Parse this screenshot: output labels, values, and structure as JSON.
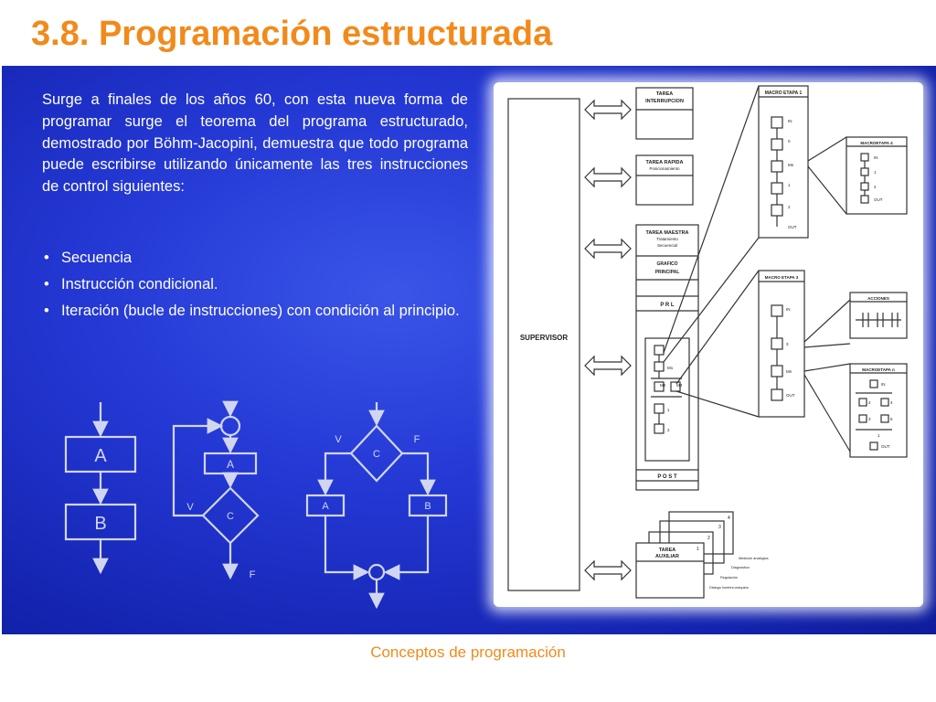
{
  "slide": {
    "title": "3.8. Programación estructurada",
    "intro": "Surge a finales de los años 60, con esta nueva forma de programar surge el teorema del programa estructurado, demostrado por Böhm-Jacopini, demuestra que todo programa puede escribirse utilizando únicamente las tres instrucciones de control siguientes:",
    "bullets": [
      "Secuencia",
      "Instrucción condicional.",
      "Iteración (bucle de instrucciones) con condición al principio."
    ],
    "footer": "Conceptos de programación"
  },
  "flowcharts": {
    "sequence": {
      "box_a": "A",
      "box_b": "B"
    },
    "loop": {
      "box": "A",
      "cond": "C",
      "true_label": "V",
      "false_label": "F"
    },
    "conditional": {
      "cond": "C",
      "true_label": "V",
      "false_label": "F",
      "box_true": "A",
      "box_false": "B"
    }
  },
  "diagram": {
    "supervisor": "SUPERVISOR",
    "tarea_interrupcion": [
      "TAREA",
      "INTERRUPCION"
    ],
    "tarea_rapida": [
      "TAREA RAPIDA",
      "Posicionamiento"
    ],
    "tarea_maestra": [
      "TAREA MAESTRA",
      "Tratamiento",
      "Secuencial"
    ],
    "grafico_principal": [
      "GRAFICO",
      "PRINCIPAL"
    ],
    "prl": "P R L",
    "post": "P O S T",
    "tarea_auxiliar": [
      "TAREA",
      "AUXILIAR"
    ],
    "aux_stack_numbers": [
      "1",
      "2",
      "3",
      "4"
    ],
    "aux_items": [
      "Medición analógica",
      "Diagnóstico",
      "Regulación",
      "Diálogo hombre-máquina"
    ],
    "macro_etapa_1": {
      "title": "MACRO ETAPA 1",
      "labels": [
        "IN",
        "0",
        "Mn",
        "1",
        "2",
        "OUT"
      ]
    },
    "macro_etapa_4": {
      "title": "MACROETAPA 4",
      "labels": [
        "IN",
        "1",
        "2",
        "OUT"
      ]
    },
    "macro_etapa_3": {
      "title": "MACRO ETAPA 3",
      "labels": [
        "IN",
        "3",
        "Mn",
        "OUT"
      ]
    },
    "acciones": {
      "title": "ACCIONES"
    },
    "macro_etapa_n": {
      "title": "MACROETAPA n",
      "labels": [
        "IN",
        "2",
        "4",
        "3",
        "5",
        "1",
        "OUT"
      ]
    },
    "main_grafcet_labels": [
      "M1",
      "M2",
      "M3",
      "1",
      "2"
    ]
  },
  "colors": {
    "title": "#f28a1b",
    "panel": "#2438d4",
    "flow_lines": "#d0d6f0"
  }
}
